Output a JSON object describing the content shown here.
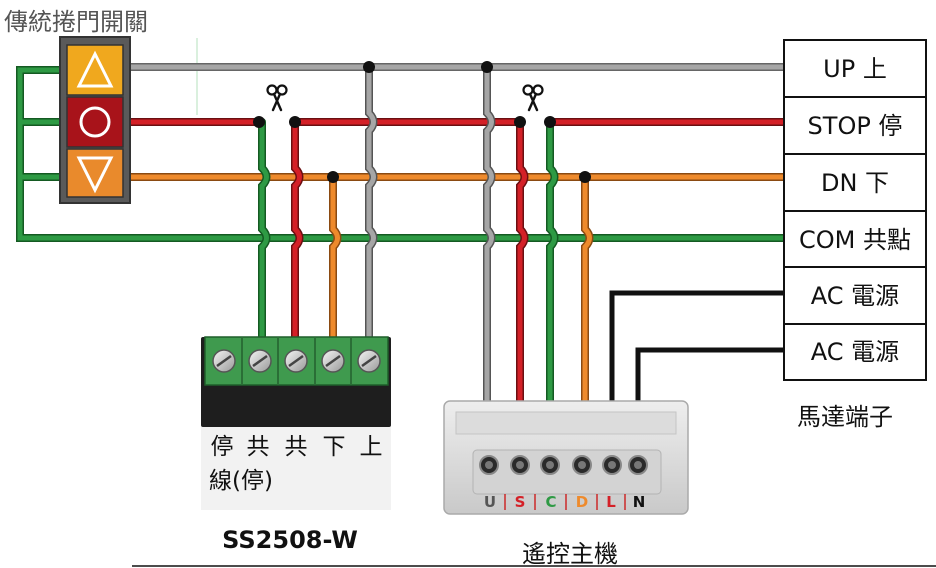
{
  "title": "傳統捲門開關",
  "motor_terminals": {
    "caption": "馬達端子",
    "rows": [
      "UP 上",
      "STOP 停",
      "DN 下",
      "COM 共點",
      "AC 電源",
      "AC 電源"
    ]
  },
  "ss2508": {
    "model": "SS2508-W",
    "labels_top": [
      "停",
      "共",
      "共",
      "下",
      "上"
    ],
    "label_bottom": "線(停)"
  },
  "remote_host": {
    "caption": "遙控主機",
    "terminals": [
      "U",
      "S",
      "C",
      "D",
      "L",
      "N"
    ]
  },
  "colors": {
    "up": "#a6a6a6",
    "stop": "#d42027",
    "down": "#ee8a2c",
    "common": "#2e9a44",
    "ac": "#111111"
  }
}
